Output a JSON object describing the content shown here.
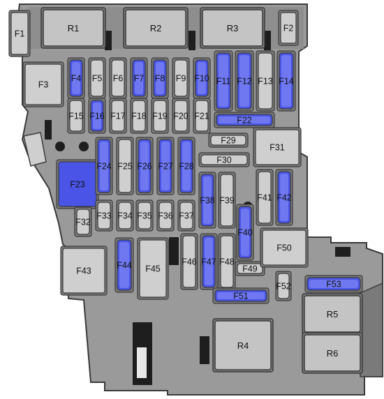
{
  "colors": {
    "housing": "#9a9a9a",
    "housing_dark": "#6d6d6d",
    "outline": "#3a3a3a",
    "slot": "#7a7a7a",
    "gray_fuse": "#cfcfcf",
    "blue_fuse": "#4a55e8",
    "blue_fuse_light": "#6f78f0",
    "relay": "#c4c4c4",
    "black": "#1e1e1e"
  },
  "relays": [
    {
      "id": "R1",
      "label": "R1"
    },
    {
      "id": "R2",
      "label": "R2"
    },
    {
      "id": "R3",
      "label": "R3"
    },
    {
      "id": "R4",
      "label": "R4"
    },
    {
      "id": "R5",
      "label": "R5"
    },
    {
      "id": "R6",
      "label": "R6"
    }
  ],
  "fuses": [
    {
      "id": "F1",
      "label": "F1",
      "color": "gray"
    },
    {
      "id": "F2",
      "label": "F2",
      "color": "gray"
    },
    {
      "id": "F3",
      "label": "F3",
      "color": "gray"
    },
    {
      "id": "F4",
      "label": "F4",
      "color": "blue"
    },
    {
      "id": "F5",
      "label": "F5",
      "color": "gray"
    },
    {
      "id": "F6",
      "label": "F6",
      "color": "gray"
    },
    {
      "id": "F7",
      "label": "F7",
      "color": "blue"
    },
    {
      "id": "F8",
      "label": "F8",
      "color": "blue"
    },
    {
      "id": "F9",
      "label": "F9",
      "color": "gray"
    },
    {
      "id": "F10",
      "label": "F10",
      "color": "blue"
    },
    {
      "id": "F11",
      "label": "F11",
      "color": "blue"
    },
    {
      "id": "F12",
      "label": "F12",
      "color": "blue"
    },
    {
      "id": "F13",
      "label": "F13",
      "color": "gray"
    },
    {
      "id": "F14",
      "label": "F14",
      "color": "blue"
    },
    {
      "id": "F15",
      "label": "F15",
      "color": "gray"
    },
    {
      "id": "F16",
      "label": "F16",
      "color": "blue"
    },
    {
      "id": "F17",
      "label": "F17",
      "color": "gray"
    },
    {
      "id": "F18",
      "label": "F18",
      "color": "gray"
    },
    {
      "id": "F19",
      "label": "F19",
      "color": "gray"
    },
    {
      "id": "F20",
      "label": "F20",
      "color": "gray"
    },
    {
      "id": "F21",
      "label": "F21",
      "color": "gray"
    },
    {
      "id": "F22",
      "label": "F22",
      "color": "blue"
    },
    {
      "id": "F23",
      "label": "F23",
      "color": "blue"
    },
    {
      "id": "F24",
      "label": "F24",
      "color": "blue"
    },
    {
      "id": "F25",
      "label": "F25",
      "color": "gray"
    },
    {
      "id": "F26",
      "label": "F26",
      "color": "blue"
    },
    {
      "id": "F27",
      "label": "F27",
      "color": "blue"
    },
    {
      "id": "F28",
      "label": "F28",
      "color": "blue"
    },
    {
      "id": "F29",
      "label": "F29",
      "color": "gray"
    },
    {
      "id": "F30",
      "label": "F30",
      "color": "gray"
    },
    {
      "id": "F31",
      "label": "F31",
      "color": "gray"
    },
    {
      "id": "F32",
      "label": "F32",
      "color": "gray"
    },
    {
      "id": "F33",
      "label": "F33",
      "color": "gray"
    },
    {
      "id": "F34",
      "label": "F34",
      "color": "gray"
    },
    {
      "id": "F35",
      "label": "F35",
      "color": "gray"
    },
    {
      "id": "F36",
      "label": "F36",
      "color": "gray"
    },
    {
      "id": "F37",
      "label": "F37",
      "color": "gray"
    },
    {
      "id": "F38",
      "label": "F38",
      "color": "blue"
    },
    {
      "id": "F39",
      "label": "F39",
      "color": "gray"
    },
    {
      "id": "F40",
      "label": "F40",
      "color": "blue"
    },
    {
      "id": "F41",
      "label": "F41",
      "color": "gray"
    },
    {
      "id": "F42",
      "label": "F42",
      "color": "blue"
    },
    {
      "id": "F43",
      "label": "F43",
      "color": "gray"
    },
    {
      "id": "F44",
      "label": "F44",
      "color": "blue"
    },
    {
      "id": "F45",
      "label": "F45",
      "color": "gray"
    },
    {
      "id": "F46",
      "label": "F46",
      "color": "gray"
    },
    {
      "id": "F47",
      "label": "F47",
      "color": "blue"
    },
    {
      "id": "F48",
      "label": "F48",
      "color": "gray"
    },
    {
      "id": "F49",
      "label": "F49",
      "color": "gray"
    },
    {
      "id": "F50",
      "label": "F50",
      "color": "gray"
    },
    {
      "id": "F51",
      "label": "F51",
      "color": "blue"
    },
    {
      "id": "F52",
      "label": "F52",
      "color": "gray"
    },
    {
      "id": "F53",
      "label": "F53",
      "color": "blue"
    }
  ]
}
